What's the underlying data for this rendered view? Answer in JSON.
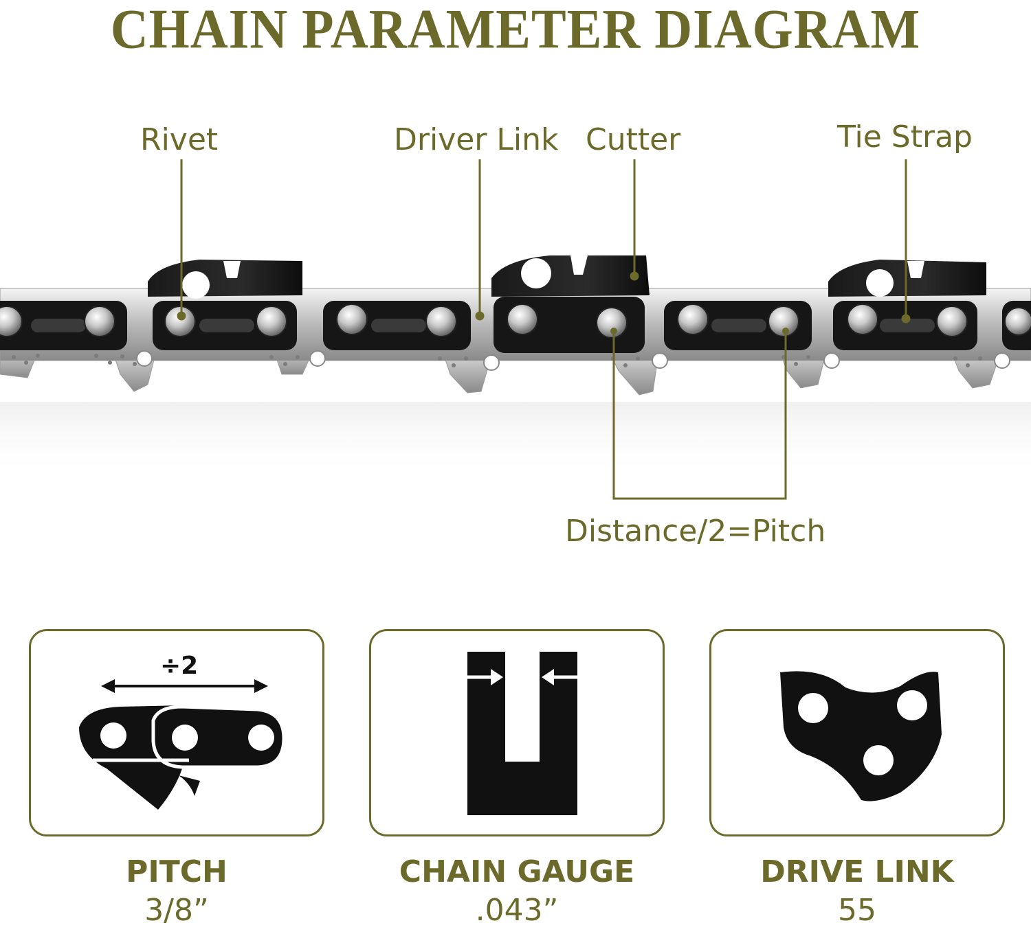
{
  "title": "CHAIN PARAMETER DIAGRAM",
  "accent_color": "#6b6a2a",
  "callouts": {
    "rivet": "Rivet",
    "driver_link": "Driver Link",
    "cutter": "Cutter",
    "tie_strap": "Tie Strap",
    "pitch_note": "Distance/2=Pitch"
  },
  "specs": [
    {
      "label": "PITCH",
      "value": "3/8”",
      "icon": "pitch-icon",
      "divide_mark": "÷2"
    },
    {
      "label": "CHAIN GAUGE",
      "value": ".043”",
      "icon": "chain-gauge-icon"
    },
    {
      "label": "DRIVE LINK",
      "value": "55",
      "icon": "drive-link-icon"
    }
  ]
}
